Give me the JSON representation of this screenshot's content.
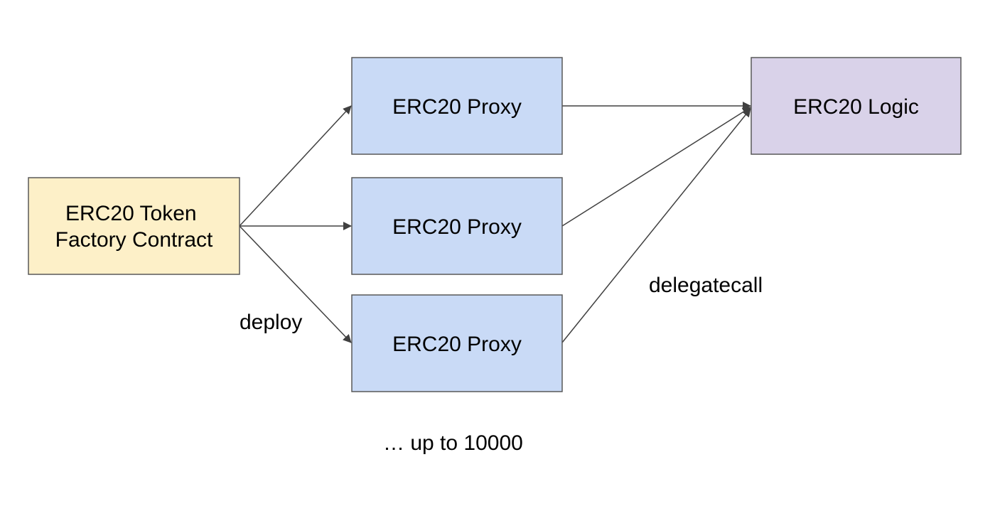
{
  "diagram": {
    "nodes": {
      "factory": {
        "lines": [
          "ERC20 Token",
          "Factory Contract"
        ],
        "fill": "#fdf0c8"
      },
      "proxy1": {
        "lines": [
          "ERC20 Proxy"
        ],
        "fill": "#c9daf6"
      },
      "proxy2": {
        "lines": [
          "ERC20 Proxy"
        ],
        "fill": "#c9daf6"
      },
      "proxy3": {
        "lines": [
          "ERC20 Proxy"
        ],
        "fill": "#c9daf6"
      },
      "logic": {
        "lines": [
          "ERC20 Logic"
        ],
        "fill": "#d9d2e9"
      }
    },
    "labels": {
      "deploy": "deploy",
      "delegatecall": "delegatecall",
      "more": "… up to 10000"
    },
    "colors": {
      "border": "#595959",
      "edge": "#404040"
    }
  }
}
